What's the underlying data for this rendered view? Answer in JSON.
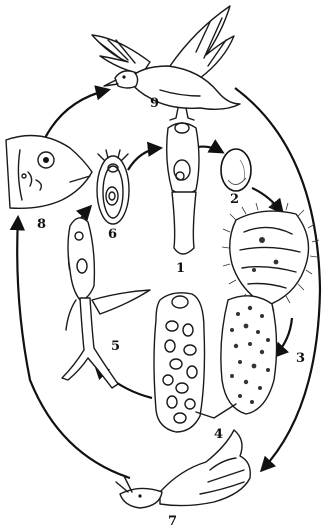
{
  "stage_labels": [
    "1",
    "2",
    "3",
    "4",
    "5",
    "6",
    "7",
    "8",
    "9"
  ]
}
